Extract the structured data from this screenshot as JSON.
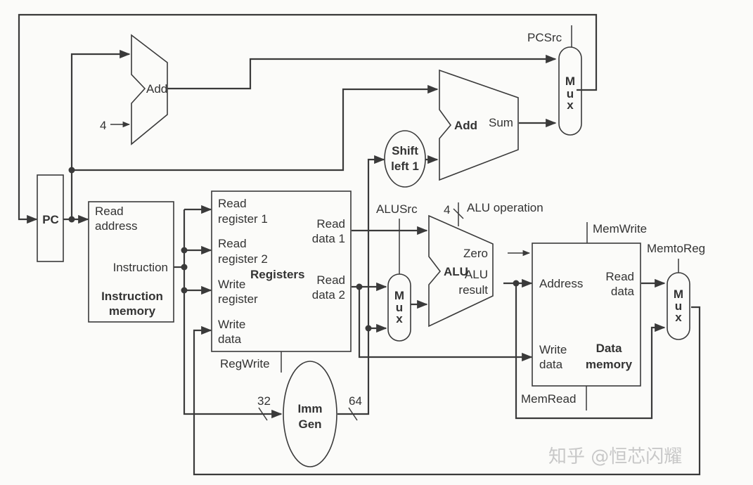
{
  "diagram": {
    "title": "Single-cycle datapath",
    "components": {
      "pc": {
        "label": "PC"
      },
      "pc_adder": {
        "label": "Add",
        "constant_input": "4"
      },
      "branch_adder": {
        "label": "Add",
        "output_label": "Sum"
      },
      "shift_left": {
        "line1": "Shift",
        "line2": "left 1"
      },
      "pc_mux": {
        "control": "PCSrc",
        "label": [
          "M",
          "u",
          "x"
        ]
      },
      "instruction_memory": {
        "input_line1": "Read",
        "input_line2": "address",
        "output": "Instruction",
        "title_line1": "Instruction",
        "title_line2": "memory"
      },
      "registers": {
        "title": "Registers",
        "read_register_1": [
          "Read",
          "register 1"
        ],
        "read_register_2": [
          "Read",
          "register 2"
        ],
        "write_register": [
          "Write",
          "register"
        ],
        "write_data": [
          "Write",
          "data"
        ],
        "read_data_1": [
          "Read",
          "data 1"
        ],
        "read_data_2": [
          "Read",
          "data 2"
        ],
        "control": "RegWrite"
      },
      "imm_gen": {
        "line1": "Imm",
        "line2": "Gen",
        "input_width": "32",
        "output_width": "64"
      },
      "alu_src_mux": {
        "control": "ALUSrc",
        "label": [
          "M",
          "u",
          "x"
        ]
      },
      "alu": {
        "label": "ALU",
        "zero": "Zero",
        "result": [
          "ALU",
          "result"
        ],
        "control": "ALU operation",
        "control_width": "4"
      },
      "data_memory": {
        "address": "Address",
        "write_data": [
          "Write",
          "data"
        ],
        "read_data": [
          "Read",
          "data"
        ],
        "title_line1": "Data",
        "title_line2": "memory",
        "write_control": "MemWrite",
        "read_control": "MemRead"
      },
      "mem_to_reg_mux": {
        "control": "MemtoReg",
        "label": [
          "M",
          "u",
          "x"
        ]
      }
    },
    "watermark": "知乎 @恒芯闪耀"
  }
}
